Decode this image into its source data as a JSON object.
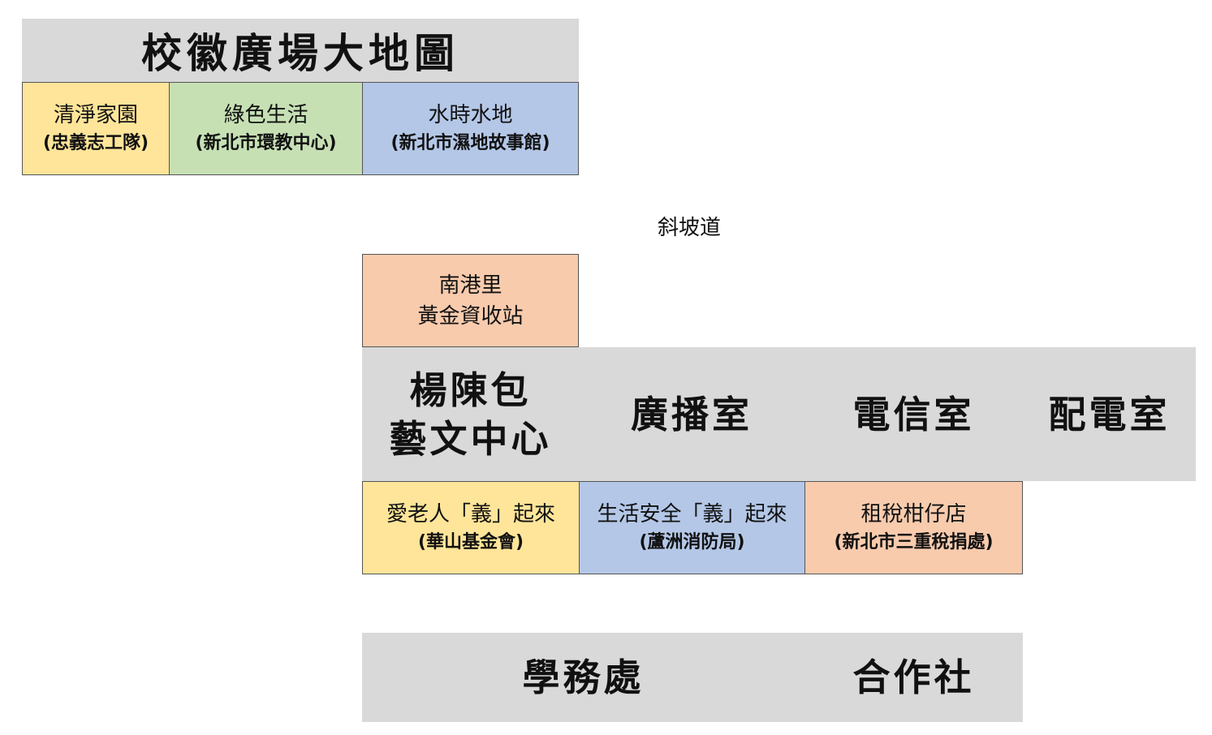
{
  "title": "校徽廣場大地圖",
  "colors": {
    "gray": "#d9d9d9",
    "yellow": "#ffe599",
    "green": "#c6e0b4",
    "blue": "#b4c7e7",
    "orange": "#f8cbad",
    "border": "#555555"
  },
  "top_booths": [
    {
      "name": "清淨家園",
      "org": "(忠義志工隊)",
      "color": "yellow"
    },
    {
      "name": "綠色生活",
      "org": "(新北市環教中心)",
      "color": "green"
    },
    {
      "name": "水時水地",
      "org": "(新北市濕地故事館)",
      "color": "blue"
    }
  ],
  "ramp_label": "斜坡道",
  "recycle_station": {
    "line1": "南港里",
    "line2": "黃金資收站"
  },
  "rooms": {
    "arts_center": {
      "line1": "楊陳包",
      "line2": "藝文中心"
    },
    "broadcast": "廣播室",
    "telecom": "電信室",
    "power": "配電室",
    "student_affairs": "學務處",
    "coop": "合作社"
  },
  "bottom_booths": [
    {
      "name": "愛老人「義」起來",
      "org": "(華山基金會)",
      "color": "yellow"
    },
    {
      "name": "生活安全「義」起來",
      "org": "(蘆洲消防局)",
      "color": "blue"
    },
    {
      "name": "租稅柑仔店",
      "org": "(新北市三重稅捐處)",
      "color": "orange"
    }
  ]
}
